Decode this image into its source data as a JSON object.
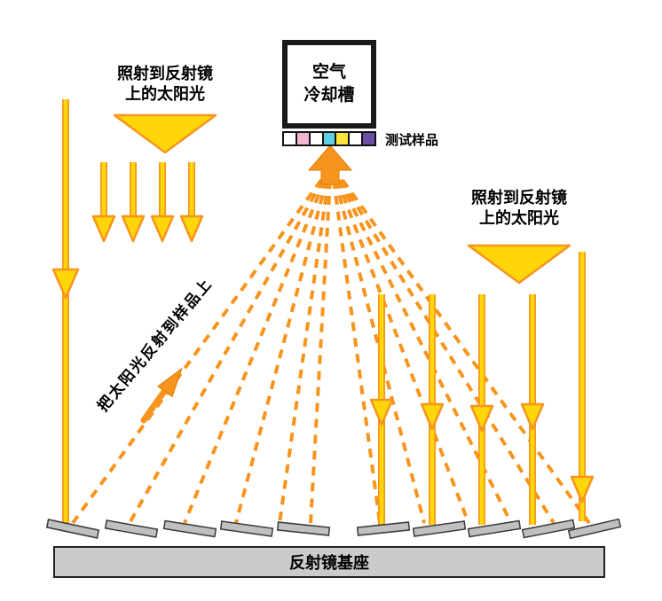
{
  "diagram": {
    "cooling_box": {
      "line1": "空气",
      "line2": "冷却槽"
    },
    "sample_label": "测试样品",
    "left_sun_label": {
      "line1": "照射到反射镜",
      "line2": "上的太阳光"
    },
    "right_sun_label": {
      "line1": "照射到反射镜",
      "line2": "上的太阳光"
    },
    "reflect_label": "把太阳光反射到样品上",
    "base_label": "反射镜基座",
    "colors": {
      "ray_yellow": "#FFD60A",
      "ray_orange": "#F7941D",
      "base_gray": "#CBCBCB",
      "mirror_gray": "#C0C0C0"
    },
    "sample_colors": [
      "#FFFFFF",
      "#F5B6D2",
      "#FFFFFF",
      "#5FD0E4",
      "#FFE53B",
      "#FFFFFF",
      "#6A4FA2"
    ]
  }
}
